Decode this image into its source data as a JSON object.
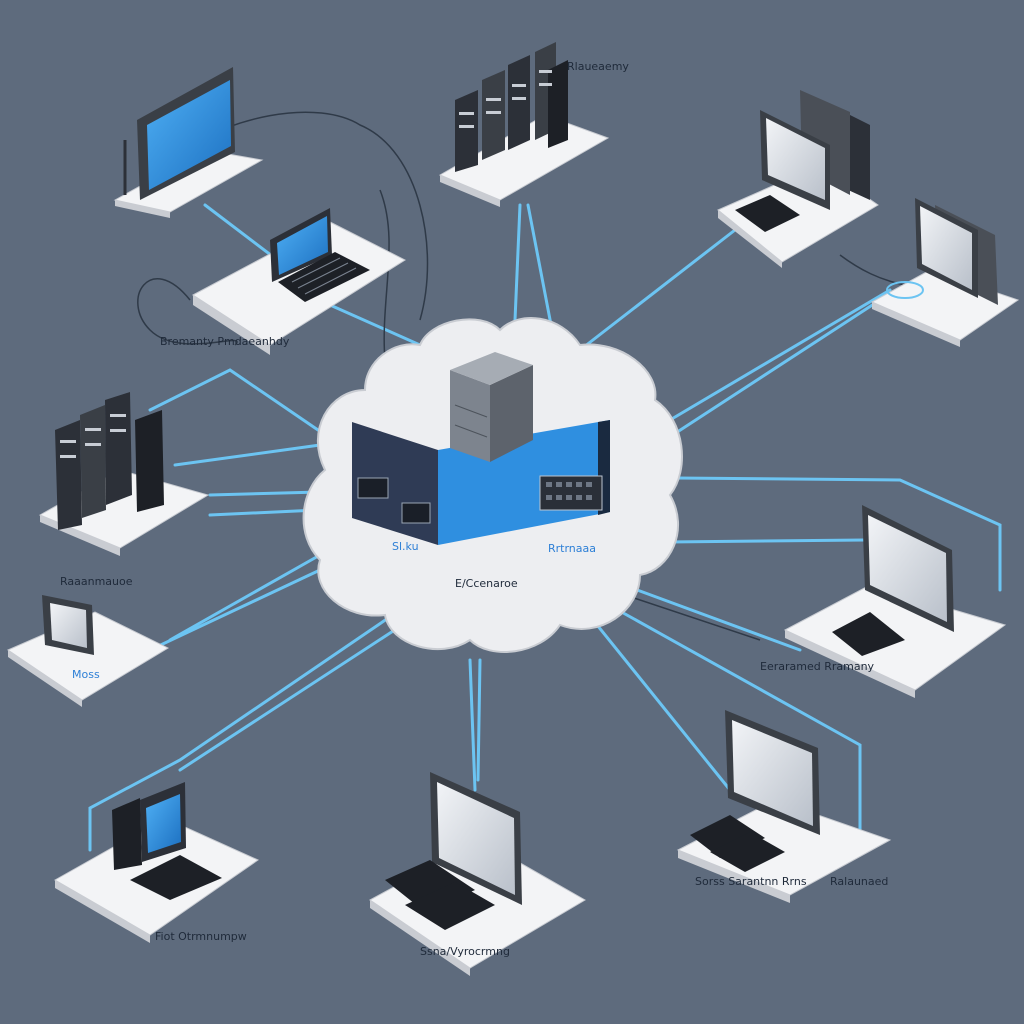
{
  "colors": {
    "background": "#5e6b7d",
    "cable": "#6cc4f2",
    "cable_dark": "#2f3a48",
    "platform": "#f3f4f6",
    "platform_shadow": "#c9ccd2",
    "accent_blue": "#2f8fe0",
    "device_dark": "#2c3038"
  },
  "hub": {
    "label": "E/Ccenaroe",
    "left_tag": "Sl.ku",
    "right_tag": "Rrtrnaaa"
  },
  "nodes": [
    {
      "kind": "monitor",
      "label": ""
    },
    {
      "kind": "server-rack",
      "label": "Rlaueaemy"
    },
    {
      "kind": "laptop",
      "label": "Bremanty Pmdaeanhdy"
    },
    {
      "kind": "multi-monitor",
      "label": ""
    },
    {
      "kind": "multi-monitor",
      "label": ""
    },
    {
      "kind": "server-rack",
      "label": "Raaanmauoe"
    },
    {
      "kind": "laptop",
      "label": "Eeraramed Rramany"
    },
    {
      "kind": "monitor",
      "label": "Moss"
    },
    {
      "kind": "desktop",
      "label": "Fiot Otrmnumpw"
    },
    {
      "kind": "laptop",
      "label": "Ssna/Vyrocrmng"
    },
    {
      "kind": "laptop",
      "label": "Sorss Sarantnn Rrns"
    },
    {
      "kind": "laptop",
      "label": "Ralaunaed"
    }
  ]
}
